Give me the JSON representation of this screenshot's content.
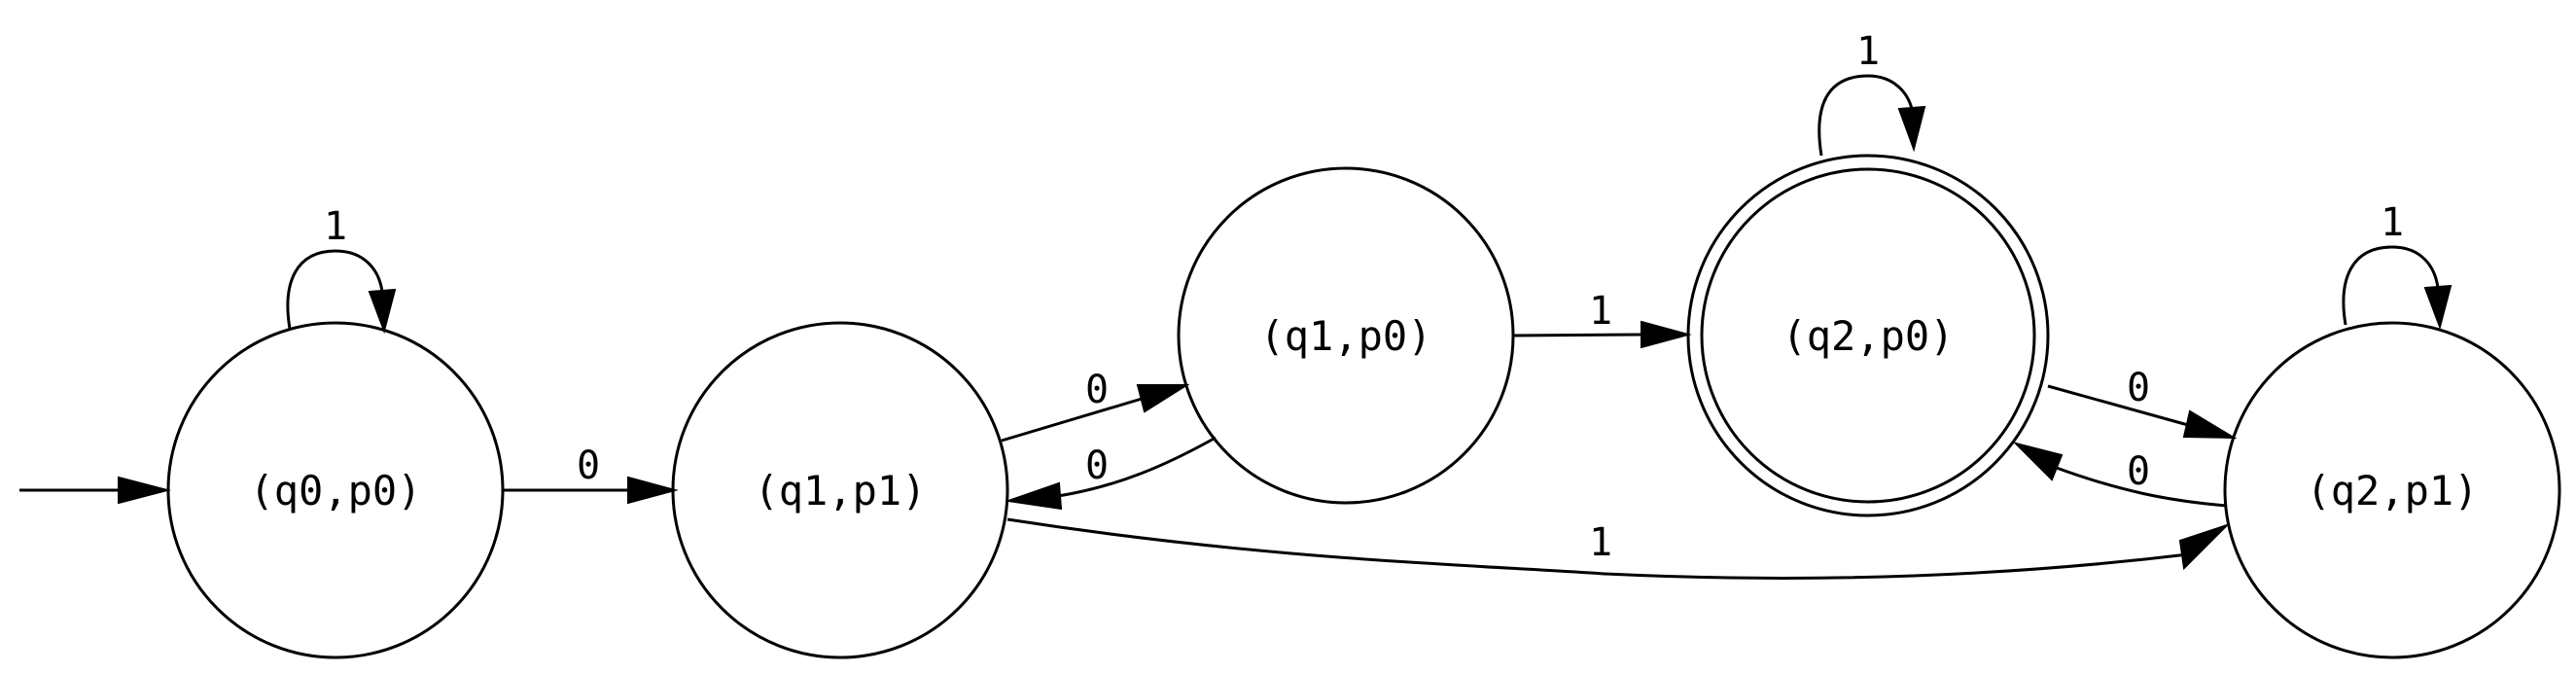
{
  "diagram": {
    "type": "finite-state-automaton",
    "colors": {
      "stroke": "#000000",
      "background": "#ffffff"
    },
    "states": [
      {
        "id": "q0p0",
        "label": "(q0,p0)",
        "accepting": false,
        "initial": true
      },
      {
        "id": "q1p1",
        "label": "(q1,p1)",
        "accepting": false,
        "initial": false
      },
      {
        "id": "q1p0",
        "label": "(q1,p0)",
        "accepting": false,
        "initial": false
      },
      {
        "id": "q2p0",
        "label": "(q2,p0)",
        "accepting": true,
        "initial": false
      },
      {
        "id": "q2p1",
        "label": "(q2,p1)",
        "accepting": false,
        "initial": false
      }
    ],
    "transitions": [
      {
        "from": "q0p0",
        "to": "q0p0",
        "symbol": "1"
      },
      {
        "from": "q0p0",
        "to": "q1p1",
        "symbol": "0"
      },
      {
        "from": "q1p1",
        "to": "q1p0",
        "symbol": "0"
      },
      {
        "from": "q1p0",
        "to": "q1p1",
        "symbol": "0"
      },
      {
        "from": "q1p1",
        "to": "q2p1",
        "symbol": "1"
      },
      {
        "from": "q1p0",
        "to": "q2p0",
        "symbol": "1"
      },
      {
        "from": "q2p0",
        "to": "q2p0",
        "symbol": "1"
      },
      {
        "from": "q2p0",
        "to": "q2p1",
        "symbol": "0"
      },
      {
        "from": "q2p1",
        "to": "q2p0",
        "symbol": "0"
      },
      {
        "from": "q2p1",
        "to": "q2p1",
        "symbol": "1"
      }
    ]
  }
}
